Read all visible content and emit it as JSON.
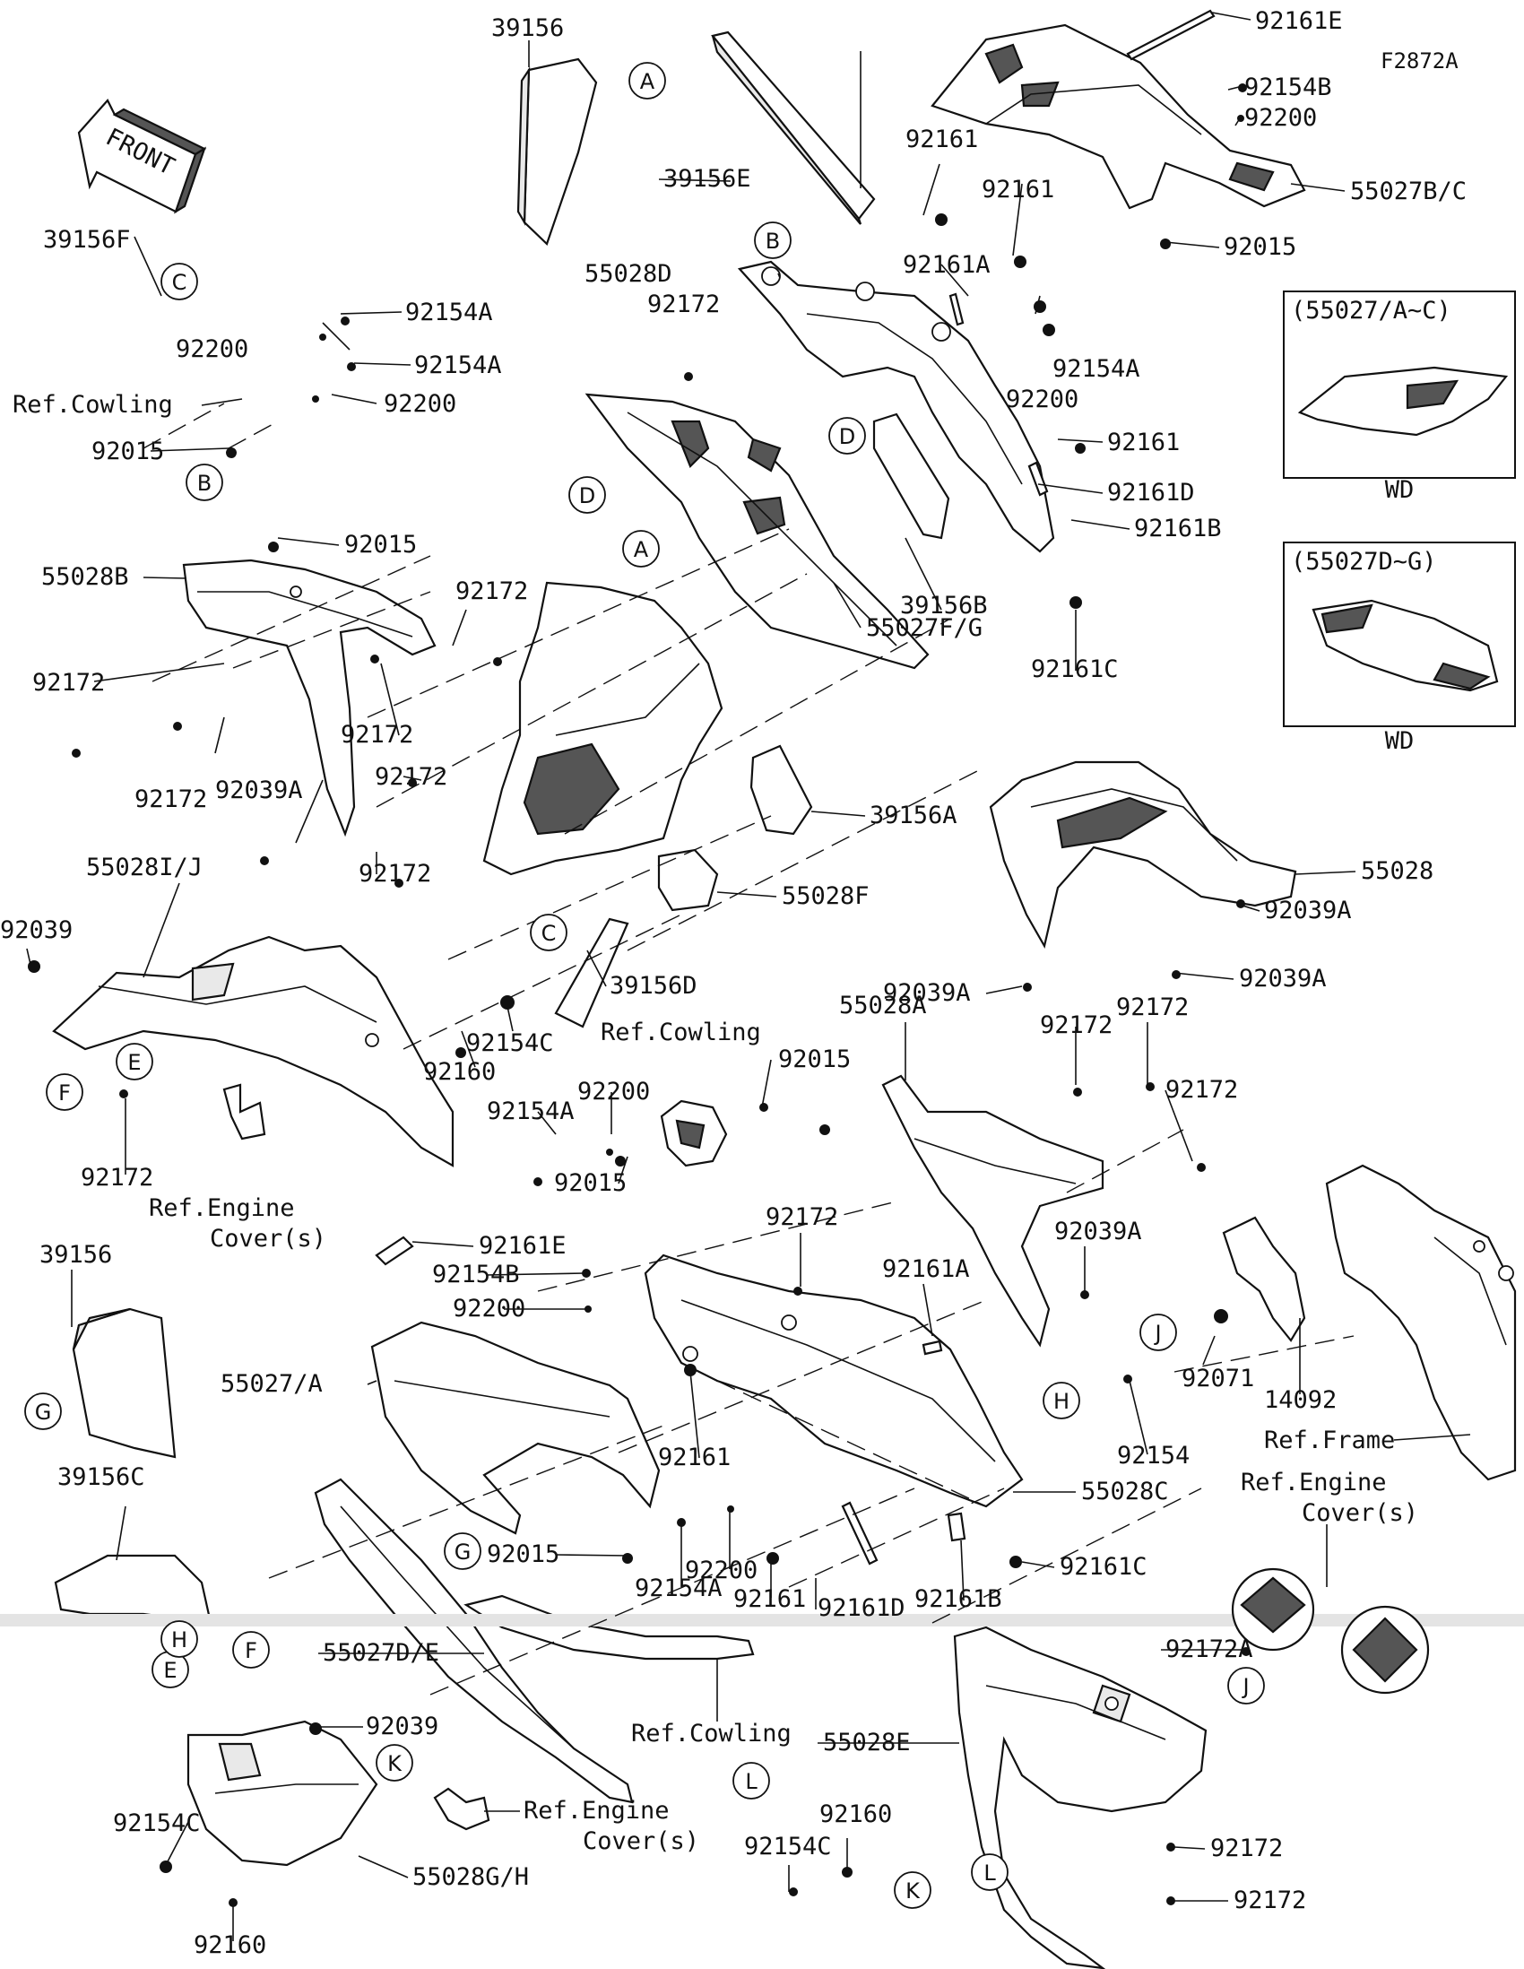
{
  "diagram": {
    "code": "F2872A",
    "front_label": "FRONT",
    "part_labels": [
      {
        "id": "l01",
        "text": "39156"
      },
      {
        "id": "l02",
        "text": "92161E"
      },
      {
        "id": "l03",
        "text": "92154B"
      },
      {
        "id": "l04",
        "text": "92200"
      },
      {
        "id": "l05",
        "text": "55027B/C"
      },
      {
        "id": "l06",
        "text": "92015"
      },
      {
        "id": "l07",
        "text": "39156E"
      },
      {
        "id": "l08",
        "text": "92161"
      },
      {
        "id": "l09",
        "text": "92161"
      },
      {
        "id": "l10",
        "text": "92161A"
      },
      {
        "id": "l11",
        "text": "55028D"
      },
      {
        "id": "l12",
        "text": "92172"
      },
      {
        "id": "l13",
        "text": "92154A"
      },
      {
        "id": "l14",
        "text": "92200"
      },
      {
        "id": "l15",
        "text": "92161"
      },
      {
        "id": "l16",
        "text": "92161D"
      },
      {
        "id": "l17",
        "text": "92161B"
      },
      {
        "id": "l18",
        "text": "39156B"
      },
      {
        "id": "l19",
        "text": "92161C"
      },
      {
        "id": "l20",
        "text": "39156F"
      },
      {
        "id": "l21",
        "text": "92154A"
      },
      {
        "id": "l22",
        "text": "92200"
      },
      {
        "id": "l23",
        "text": "92154A"
      },
      {
        "id": "l24",
        "text": "Ref.Cowling"
      },
      {
        "id": "l25",
        "text": "92200"
      },
      {
        "id": "l26",
        "text": "92015"
      },
      {
        "id": "l27",
        "text": "92015"
      },
      {
        "id": "l28",
        "text": "55028B"
      },
      {
        "id": "l29",
        "text": "92172"
      },
      {
        "id": "l30",
        "text": "92172"
      },
      {
        "id": "l31",
        "text": "92172"
      },
      {
        "id": "l32",
        "text": "92172"
      },
      {
        "id": "l33",
        "text": "92039A"
      },
      {
        "id": "l34",
        "text": "92172"
      },
      {
        "id": "l35",
        "text": "92172"
      },
      {
        "id": "l36",
        "text": "55027F/G"
      },
      {
        "id": "l37",
        "text": "39156A"
      },
      {
        "id": "l38",
        "text": "55028F"
      },
      {
        "id": "l39",
        "text": "55028"
      },
      {
        "id": "l40",
        "text": "92039A"
      },
      {
        "id": "l41",
        "text": "92039A"
      },
      {
        "id": "l42",
        "text": "92039A"
      },
      {
        "id": "l43",
        "text": "55028I/J"
      },
      {
        "id": "l44",
        "text": "92039"
      },
      {
        "id": "l45",
        "text": "92154C"
      },
      {
        "id": "l46",
        "text": "92160"
      },
      {
        "id": "l47",
        "text": "39156D"
      },
      {
        "id": "l48",
        "text": "92172"
      },
      {
        "id": "l49",
        "text": "Ref.Engine"
      },
      {
        "id": "l50",
        "text": "Cover(s)"
      },
      {
        "id": "l51",
        "text": "Ref.Cowling"
      },
      {
        "id": "l52",
        "text": "92015"
      },
      {
        "id": "l53",
        "text": "55028A"
      },
      {
        "id": "l54",
        "text": "92172"
      },
      {
        "id": "l55",
        "text": "92172"
      },
      {
        "id": "l56",
        "text": "92172"
      },
      {
        "id": "l57",
        "text": "92154A"
      },
      {
        "id": "l58",
        "text": "92200"
      },
      {
        "id": "l59",
        "text": "92015"
      },
      {
        "id": "l60",
        "text": "39156"
      },
      {
        "id": "l61",
        "text": "92161E"
      },
      {
        "id": "l62",
        "text": "92154B"
      },
      {
        "id": "l63",
        "text": "92200"
      },
      {
        "id": "l64",
        "text": "92172"
      },
      {
        "id": "l65",
        "text": "92161A"
      },
      {
        "id": "l66",
        "text": "92039A"
      },
      {
        "id": "l67",
        "text": "55027/A"
      },
      {
        "id": "l68",
        "text": "92161"
      },
      {
        "id": "l69",
        "text": "92071"
      },
      {
        "id": "l70",
        "text": "14092"
      },
      {
        "id": "l71",
        "text": "92154"
      },
      {
        "id": "l72",
        "text": "Ref.Frame"
      },
      {
        "id": "l73",
        "text": "55028C"
      },
      {
        "id": "l74",
        "text": "Ref.Engine"
      },
      {
        "id": "l75",
        "text": "Cover(s)"
      },
      {
        "id": "l76",
        "text": "39156C"
      },
      {
        "id": "l77",
        "text": "92015"
      },
      {
        "id": "l78",
        "text": "92161C"
      },
      {
        "id": "l79",
        "text": "92154A"
      },
      {
        "id": "l80",
        "text": "92200"
      },
      {
        "id": "l81",
        "text": "92161"
      },
      {
        "id": "l82",
        "text": "92161D"
      },
      {
        "id": "l83",
        "text": "92161B"
      },
      {
        "id": "l84",
        "text": "55027D/E"
      },
      {
        "id": "l85",
        "text": "92172A"
      },
      {
        "id": "l86",
        "text": "92039"
      },
      {
        "id": "l87",
        "text": "Ref.Cowling"
      },
      {
        "id": "l88",
        "text": "55028E"
      },
      {
        "id": "l89",
        "text": "Ref.Engine"
      },
      {
        "id": "l90",
        "text": "Cover(s)"
      },
      {
        "id": "l91",
        "text": "92154C"
      },
      {
        "id": "l92",
        "text": "55028G/H"
      },
      {
        "id": "l93",
        "text": "92160"
      },
      {
        "id": "l94",
        "text": "92154C"
      },
      {
        "id": "l95",
        "text": "92160"
      },
      {
        "id": "l96",
        "text": "92172"
      },
      {
        "id": "l97",
        "text": "92172"
      }
    ],
    "callout_letters": [
      "A",
      "A",
      "B",
      "B",
      "C",
      "C",
      "D",
      "D",
      "E",
      "E",
      "F",
      "F",
      "G",
      "G",
      "H",
      "H",
      "J",
      "J",
      "K",
      "K",
      "L",
      "L"
    ],
    "insets": [
      {
        "title": "(55027/A~C)",
        "caption": "WD"
      },
      {
        "title": "(55027D~G)",
        "caption": "WD"
      }
    ]
  }
}
